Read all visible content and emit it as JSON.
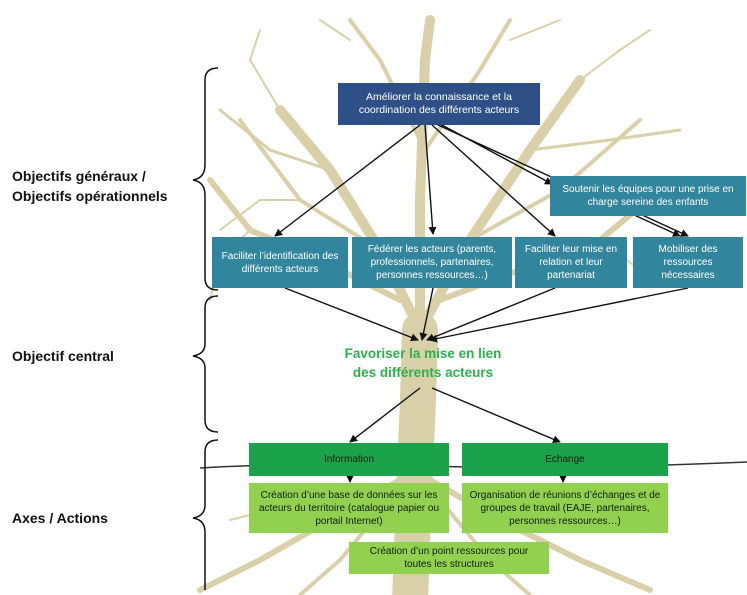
{
  "sections": {
    "general_line1": "Objectifs généraux /",
    "general_line2": "Objectifs opérationnels",
    "central": "Objectif central",
    "axes": "Axes / Actions"
  },
  "boxes": {
    "main_goal": "Améliorer la connaissance et la coordination des différents acteurs",
    "support_teams": "Soutenir les équipes pour une prise en charge sereine des enfants",
    "facilitate_identification": "Faciliter l’identification des différents acteurs",
    "federate_actors": "Fédérer les acteurs (parents, professionnels, partenaires, personnes ressources…)",
    "facilitate_relation": "Faciliter leur mise en relation et leur partenariat",
    "mobilize_resources": "Mobiliser des ressources nécessaires"
  },
  "central_objective": {
    "line1": "Favoriser la mise en lien",
    "line2": "des différents acteurs"
  },
  "axes": {
    "information": "Information",
    "exchange": "Echange"
  },
  "actions": {
    "database": "Création d’une base de données sur les acteurs du territoire (catalogue papier ou portail Internet)",
    "meetings": "Organisation de réunions d’échanges et de groupes de travail (EAJE, partenaires, personnes ressources…)",
    "resource_point": "Création d’un point ressources pour toutes les structures"
  },
  "colors": {
    "navy": "#2f5087",
    "teal": "#31859c",
    "green": "#1aa34a",
    "light_green": "#92d050",
    "central_text": "#2bb24c",
    "tree": "#d8cfa8"
  }
}
